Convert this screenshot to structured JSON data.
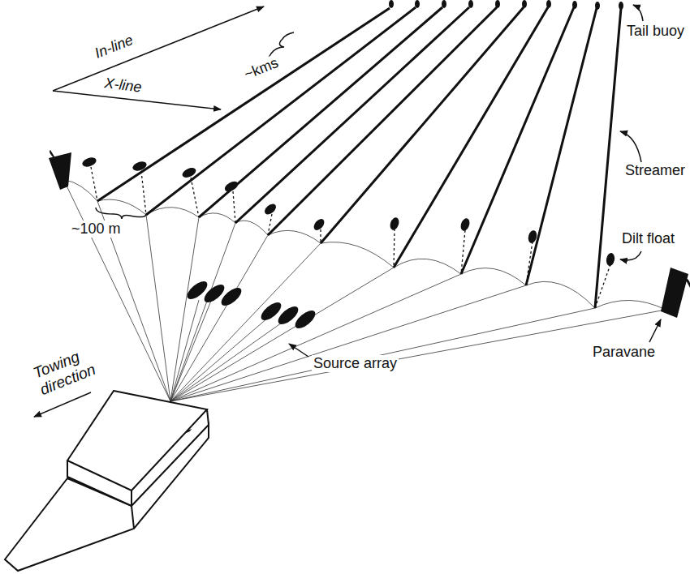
{
  "diagram": {
    "labels": [
      "In-line",
      "X-line",
      "~kms",
      "~100 m",
      "Tail buoy",
      "Streamer",
      "Dilt float",
      "Source array",
      "Paravane",
      "Towing direction"
    ]
  }
}
